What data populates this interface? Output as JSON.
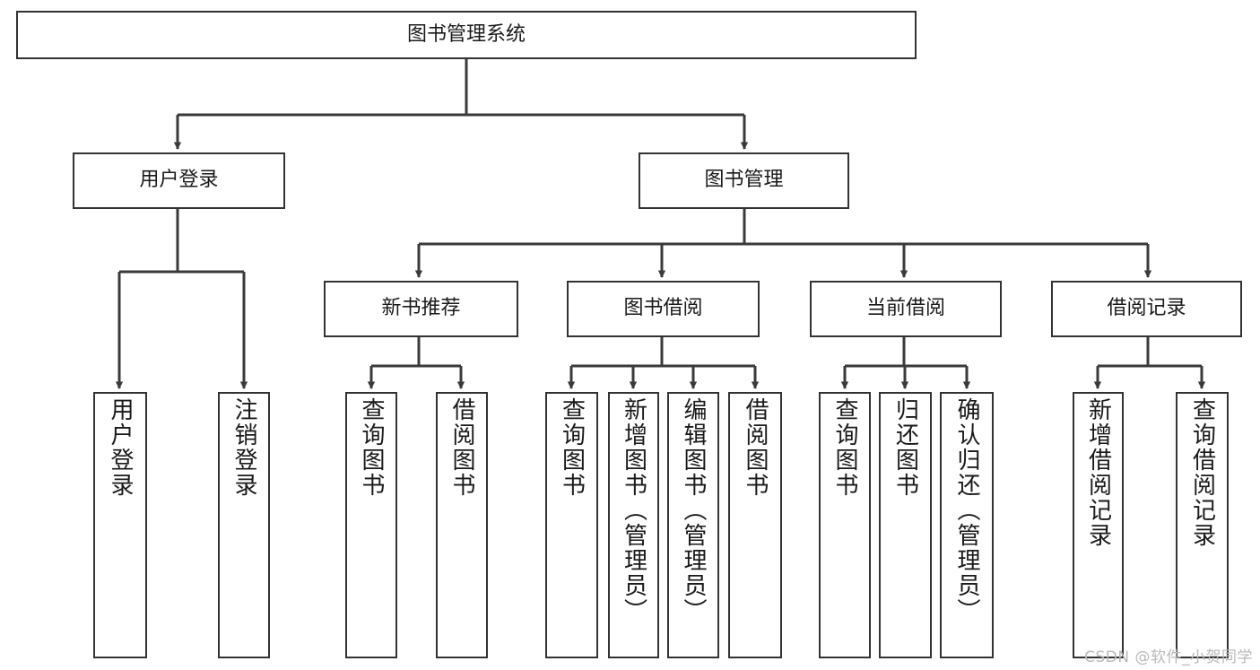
{
  "diagram": {
    "type": "tree-hierarchy",
    "title": "图书管理系统",
    "watermark": "CSDN @软件_小贺同学",
    "colors": {
      "box_border": "#333333",
      "box_fill": "#ffffff",
      "connector": "#3a3a3a",
      "text": "#1a1a1a",
      "watermark": "#b9b9b9",
      "background": "#ffffff"
    },
    "nodes": {
      "root": {
        "label": "图书管理系统",
        "level": 1,
        "orientation": "horizontal"
      },
      "l2": [
        {
          "id": "user-login",
          "label": "用户登录",
          "level": 2,
          "orientation": "horizontal"
        },
        {
          "id": "book-management",
          "label": "图书管理",
          "level": 2,
          "orientation": "horizontal"
        }
      ],
      "l3": [
        {
          "id": "new-book-recommend",
          "label": "新书推荐",
          "level": 3,
          "orientation": "horizontal",
          "parent": "book-management"
        },
        {
          "id": "book-borrow",
          "label": "图书借阅",
          "level": 3,
          "orientation": "horizontal",
          "parent": "book-management"
        },
        {
          "id": "current-borrow",
          "label": "当前借阅",
          "level": 3,
          "orientation": "horizontal",
          "parent": "book-management"
        },
        {
          "id": "borrow-record",
          "label": "借阅记录",
          "level": 3,
          "orientation": "horizontal",
          "parent": "book-management"
        }
      ],
      "leaves": [
        {
          "id": "leaf-user-login",
          "label": "用户登录",
          "parent": "user-login",
          "orientation": "vertical"
        },
        {
          "id": "leaf-user-logout",
          "label": "注销登录",
          "parent": "user-login",
          "orientation": "vertical"
        },
        {
          "id": "leaf-query-book-1",
          "label": "查询图书",
          "parent": "new-book-recommend",
          "orientation": "vertical"
        },
        {
          "id": "leaf-borrow-book-1",
          "label": "借阅图书",
          "parent": "new-book-recommend",
          "orientation": "vertical"
        },
        {
          "id": "leaf-query-book-2",
          "label": "查询图书",
          "parent": "book-borrow",
          "orientation": "vertical"
        },
        {
          "id": "leaf-add-book",
          "label": "新增图书（管理员）",
          "parent": "book-borrow",
          "orientation": "vertical"
        },
        {
          "id": "leaf-edit-book",
          "label": "编辑图书（管理员）",
          "parent": "book-borrow",
          "orientation": "vertical"
        },
        {
          "id": "leaf-borrow-book-2",
          "label": "借阅图书",
          "parent": "book-borrow",
          "orientation": "vertical"
        },
        {
          "id": "leaf-query-book-3",
          "label": "查询图书",
          "parent": "current-borrow",
          "orientation": "vertical"
        },
        {
          "id": "leaf-return-book",
          "label": "归还图书",
          "parent": "current-borrow",
          "orientation": "vertical"
        },
        {
          "id": "leaf-confirm-return",
          "label": "确认归还（管理员）",
          "parent": "current-borrow",
          "orientation": "vertical"
        },
        {
          "id": "leaf-add-record",
          "label": "新增借阅记录",
          "parent": "borrow-record",
          "orientation": "vertical"
        },
        {
          "id": "leaf-query-record",
          "label": "查询借阅记录",
          "parent": "borrow-record",
          "orientation": "vertical"
        }
      ]
    }
  }
}
